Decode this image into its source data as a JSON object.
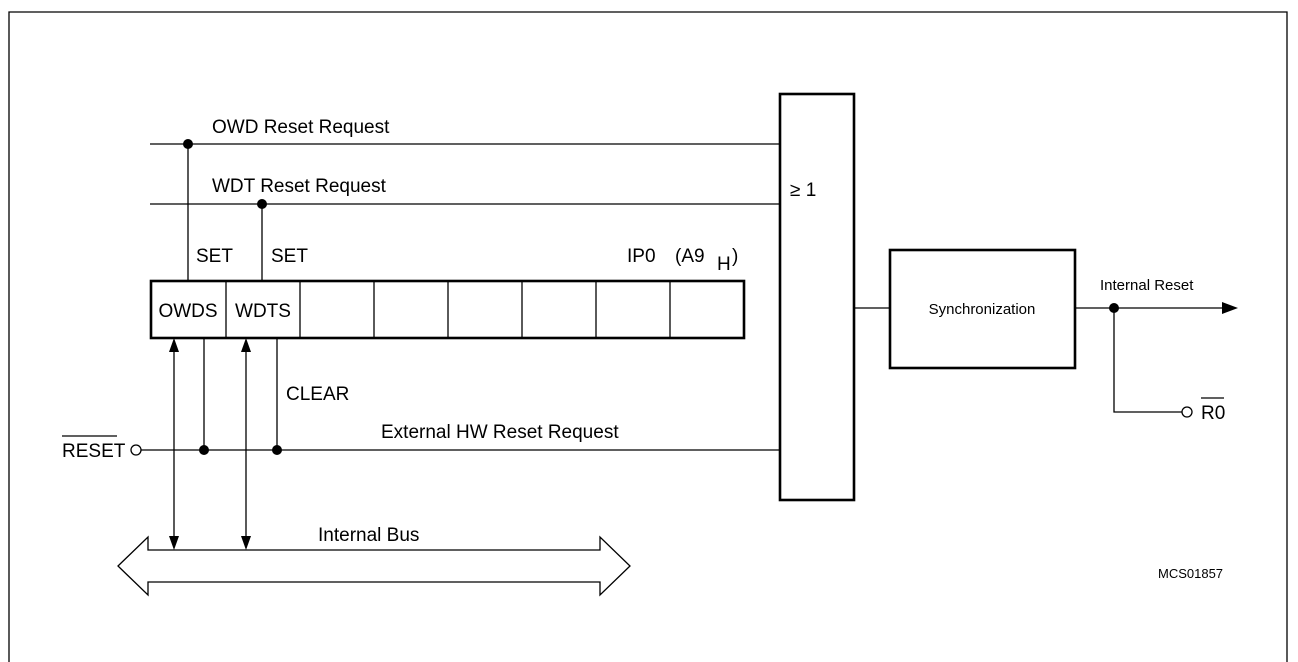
{
  "labels": {
    "owd_request": "OWD Reset Request",
    "wdt_request": "WDT Reset Request",
    "set_1": "SET",
    "set_2": "SET",
    "register_name": "IP0",
    "register_addr": "(A9",
    "register_addr_sub": "H",
    "register_addr_close": ")",
    "clear": "CLEAR",
    "external_request": "External HW Reset Request",
    "reset_pin": "RESET",
    "internal_bus": "Internal Bus",
    "or_gate": "≥ 1",
    "sync": "Synchronization",
    "internal_reset": "Internal Reset",
    "r0_pin": "R0",
    "figure_id": "MCS01857"
  },
  "register_bits": [
    "OWDS",
    "WDTS",
    "",
    "",
    "",
    "",
    "",
    ""
  ]
}
